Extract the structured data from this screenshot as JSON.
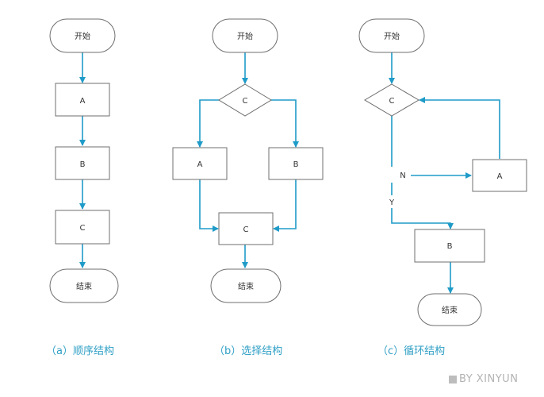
{
  "colors": {
    "arrow": "#1f9bc8",
    "box_stroke": "#6f6f6f",
    "box_fill": "#ffffff",
    "caption": "#2f9fc5",
    "watermark": "#b3b3b3"
  },
  "sequence": {
    "start": "开始",
    "a": "A",
    "b": "B",
    "c": "C",
    "end": "结束",
    "caption": "（a）顺序结构"
  },
  "selection": {
    "start": "开始",
    "decision": "C",
    "a": "A",
    "b": "B",
    "merge": "C",
    "end": "结束",
    "caption": "（b）选择结构"
  },
  "loop": {
    "start": "开始",
    "decision": "C",
    "a": "A",
    "b": "B",
    "end": "结束",
    "no_label": "N",
    "yes_label": "Y",
    "caption": "（c）循环结构"
  },
  "watermark": "BY XINYUN"
}
